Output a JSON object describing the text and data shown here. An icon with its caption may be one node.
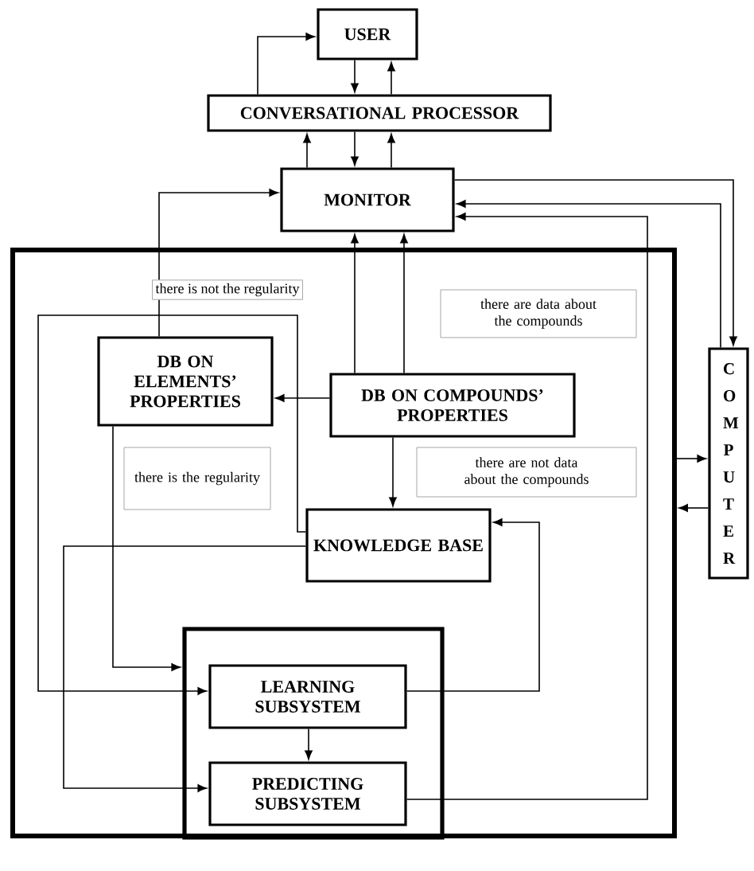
{
  "diagram": {
    "nodes": [
      {
        "text": [
          "USER"
        ]
      },
      {
        "text": [
          "CONVERSATIONAL PROCESSOR"
        ]
      },
      {
        "text": [
          "MONITOR"
        ]
      },
      {
        "text": [],
        "shape": "box"
      },
      {
        "text": [
          "there are data about the compounds"
        ],
        "in": 3
      },
      {
        "text": [
          "DB ON ELEMENTS’ PROPERTIES"
        ],
        "in": 3
      },
      {
        "text": [
          "DB ON COMPOUNDS’ PROPERTIES"
        ],
        "in": 3
      },
      {
        "text": [
          "there is the regularity"
        ],
        "in": 3
      },
      {
        "text": [
          "there are not data about the compounds"
        ],
        "in": 3
      },
      {
        "text": [
          "KNOWLEDGE BASE"
        ],
        "in": 3
      },
      {
        "text": [],
        "shape": "box",
        "in": 3
      },
      {
        "text": [
          "LEARNING SUBSYSTEM"
        ],
        "in": 10
      },
      {
        "text": [
          "PREDICTING SUBSYSTEM"
        ],
        "in": 10
      },
      {
        "text": [
          "COMPUTER"
        ]
      }
    ],
    "edges": [
      {
        "from": 1,
        "to": 0,
        "arrow": "to"
      },
      {
        "from": 0,
        "to": 1,
        "arrow": "to"
      },
      {
        "from": 1,
        "to": 0,
        "arrow": "to"
      },
      {
        "from": 2,
        "to": 1,
        "arrow": "to"
      },
      {
        "from": 1,
        "to": 2,
        "arrow": "to"
      },
      {
        "from": 2,
        "to": 1,
        "arrow": "to"
      },
      {
        "from": 5,
        "to": 2,
        "arrow": "to",
        "label": "there is not the regularity"
      },
      {
        "from": 6,
        "to": 2,
        "arrow": "to"
      },
      {
        "from": 6,
        "to": 2,
        "arrow": "to"
      },
      {
        "from": 2,
        "to": 13,
        "arrow": "to"
      },
      {
        "from": 13,
        "to": 2,
        "arrow": "to"
      },
      {
        "from": 12,
        "to": 2,
        "arrow": "to"
      },
      {
        "from": 6,
        "to": 5,
        "arrow": "to"
      },
      {
        "from": 6,
        "to": 9,
        "arrow": "to"
      },
      {
        "from": 9,
        "to": 11,
        "arrow": "to"
      },
      {
        "from": 9,
        "to": 12,
        "arrow": "to"
      },
      {
        "from": 5,
        "to": 10,
        "arrow": "to"
      },
      {
        "from": 11,
        "to": 9,
        "arrow": "to"
      },
      {
        "from": 11,
        "to": 12,
        "arrow": "to"
      },
      {
        "from": 3,
        "to": 13,
        "arrow": "to"
      },
      {
        "from": 13,
        "to": 3,
        "arrow": "to"
      }
    ]
  }
}
